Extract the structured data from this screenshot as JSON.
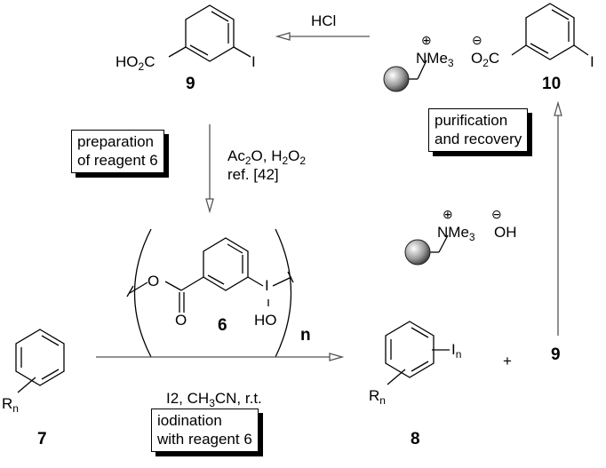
{
  "compounds": {
    "c9": {
      "number": "9",
      "left_group": "HO",
      "left_sub": "2",
      "left_tail": "C",
      "right_group": "I"
    },
    "c10": {
      "number": "10",
      "cation": "NMe",
      "cation_sub": "3",
      "anion": "O",
      "anion_sub": "2",
      "anion_tail": "C",
      "right_group": "I",
      "plus": "⊕",
      "minus": "⊖"
    },
    "c6": {
      "number": "6",
      "o_ester": "O",
      "o_carbonyl": "O",
      "iodine": "I",
      "hydroxy": "HO",
      "repeat": "n"
    },
    "c7": {
      "number": "7",
      "substituent": "R",
      "substituent_sub": "n"
    },
    "c8": {
      "number": "8",
      "substituent": "R",
      "substituent_sub": "n",
      "iodo": "I",
      "iodo_sub": "n"
    },
    "resin": {
      "cation": "NMe",
      "cation_sub": "3",
      "anion": "OH",
      "plus": "⊕",
      "minus": "⊖"
    },
    "byproduct": {
      "plus": "+",
      "number": "9"
    }
  },
  "reagents": {
    "hcl": "HCl",
    "oxidation_line1_a": "Ac",
    "oxidation_line1_a_sub": "2",
    "oxidation_line1_b": "O, H",
    "oxidation_line1_b_sub": "2",
    "oxidation_line1_c": "O",
    "oxidation_line1_c_sub": "2",
    "oxidation_line2": "ref. [42]",
    "iodination_a": "I2, CH",
    "iodination_a_sub": "3",
    "iodination_b": "CN, r.t."
  },
  "boxes": {
    "preparation": [
      "preparation",
      "of reagent 6"
    ],
    "purification": [
      "purification",
      "and recovery"
    ],
    "iodination": [
      "iodination",
      "with reagent 6"
    ]
  }
}
